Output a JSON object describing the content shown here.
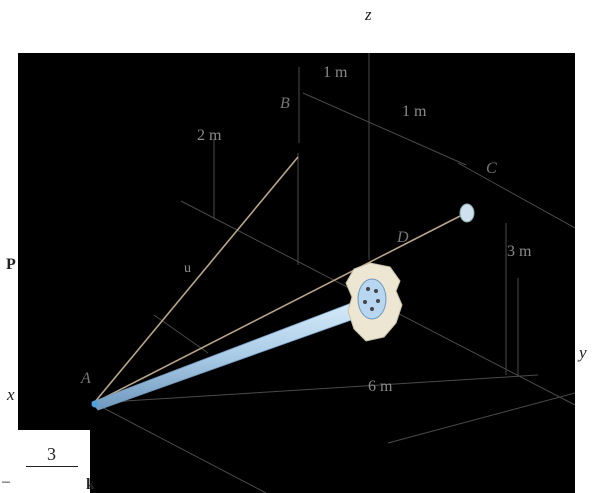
{
  "axes": {
    "z": "z",
    "y": "y",
    "x": "x"
  },
  "points": {
    "A": "A",
    "B": "B",
    "C": "C",
    "D": "D"
  },
  "dimensions": {
    "b_offset_1": "1 m",
    "b_offset_2": "1 m",
    "height_b": "2 m",
    "height_c": "3 m",
    "length": "6 m"
  },
  "vector_label": "u",
  "margin": {
    "bold_char": "P",
    "fraction_num": "3",
    "minus": "–",
    "bold_k": "k"
  },
  "colors": {
    "background": "#000000",
    "rod": "#a9cbe6",
    "cable": "#b9a58a",
    "construction": "#4a4a4a",
    "plate": "#ece6d2"
  }
}
